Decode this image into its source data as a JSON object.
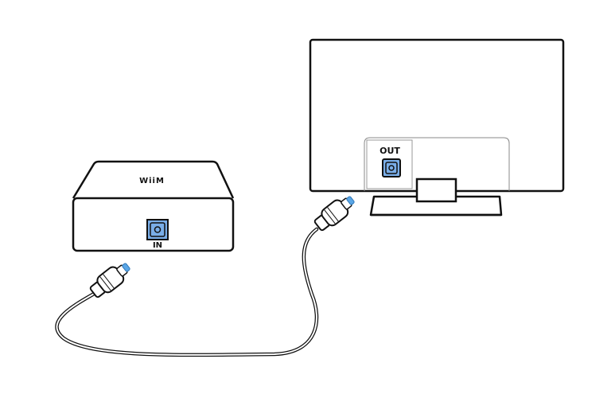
{
  "receiver": {
    "logo": "WiiM",
    "port_label": "IN"
  },
  "tv": {
    "port_label": "OUT"
  },
  "colors": {
    "outline": "#111111",
    "port_fill": "#7aaee8",
    "connector_tip": "#5aa6e6",
    "panel_stroke": "#999999"
  },
  "icons": {
    "optical_port": "optical-port-icon"
  }
}
